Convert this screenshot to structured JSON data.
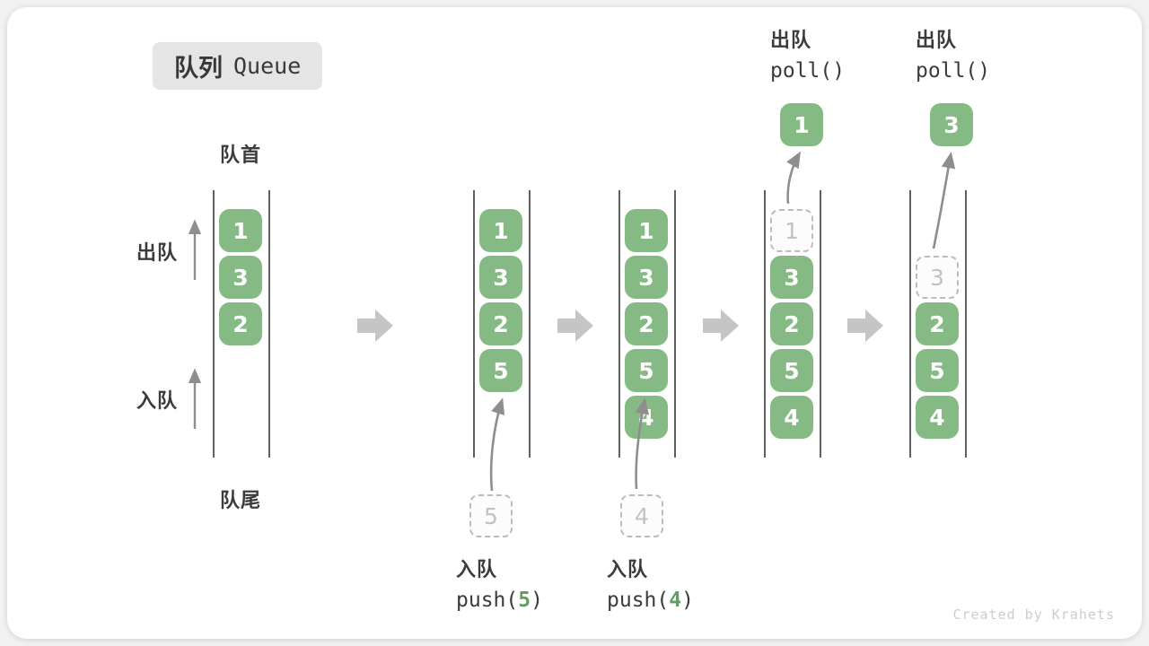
{
  "title": {
    "zh": "队列",
    "en": "Queue"
  },
  "labels": {
    "front": "队首",
    "rear": "队尾",
    "dequeue": "出队",
    "enqueue": "入队"
  },
  "states": [
    {
      "boxes": [
        "1",
        "3",
        "2"
      ]
    },
    {
      "boxes": [
        "1",
        "3",
        "2",
        "5"
      ],
      "incoming": "5"
    },
    {
      "boxes": [
        "1",
        "3",
        "2",
        "5",
        "4"
      ],
      "incoming": "4"
    },
    {
      "boxes": [
        "3",
        "2",
        "5",
        "4"
      ],
      "removed": "1",
      "out": "1"
    },
    {
      "boxes": [
        "2",
        "5",
        "4"
      ],
      "removed": "3",
      "out": "3"
    }
  ],
  "operations": {
    "push5": {
      "label": "入队",
      "fn": "push(",
      "arg": "5",
      "close": ")"
    },
    "push4": {
      "label": "入队",
      "fn": "push(",
      "arg": "4",
      "close": ")"
    },
    "poll1": {
      "label": "出队",
      "fn": "poll()"
    },
    "poll2": {
      "label": "出队",
      "fn": "poll()"
    }
  },
  "colors": {
    "box_green": "#86ba85",
    "accent_green": "#5f9f5f",
    "arrow_gray": "#8e8e8e",
    "block_arrow_gray": "#c5c5c5",
    "wall_gray": "#606060",
    "label_dark": "#3b3b3b",
    "badge_bg": "#e5e5e5",
    "watermark_gray": "#cccccc"
  },
  "watermark": "Created by Krahets"
}
